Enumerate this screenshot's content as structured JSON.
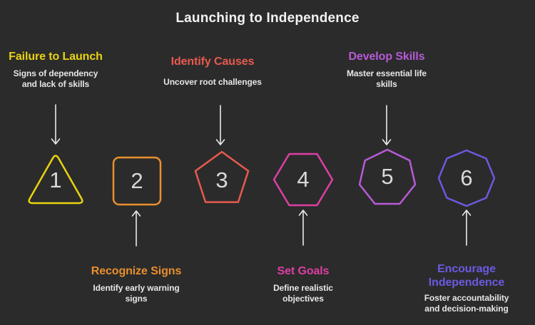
{
  "title": "Launching to Independence",
  "colors": {
    "background": "#2b2b2b",
    "title_text": "#f2f2f2",
    "description_text": "#e6e6e6",
    "number_text": "#d9d9d9",
    "arrow": "#eaeaea"
  },
  "steps": [
    {
      "number": "1",
      "shape": "triangle",
      "label_position": "top",
      "title": "Failure to Launch",
      "description": "Signs of dependency\nand lack of skills",
      "color": "#e9d30f"
    },
    {
      "number": "2",
      "shape": "square",
      "label_position": "bottom",
      "title": "Recognize Signs",
      "description": "Identify early warning\nsigns",
      "color": "#e98f2e"
    },
    {
      "number": "3",
      "shape": "pentagon",
      "label_position": "top",
      "title": "Identify Causes",
      "description": "Uncover root challenges",
      "color": "#e85a4f"
    },
    {
      "number": "4",
      "shape": "hexagon",
      "label_position": "bottom",
      "title": "Set Goals",
      "description": "Define realistic\nobjectives",
      "color": "#dd3fa4"
    },
    {
      "number": "5",
      "shape": "heptagon",
      "label_position": "top",
      "title": "Develop Skills",
      "description": "Master essential life\nskills",
      "color": "#b75bd8"
    },
    {
      "number": "6",
      "shape": "octagon",
      "label_position": "bottom",
      "title": "Encourage\nIndependence",
      "description": "Foster accountability\nand decision-making",
      "color": "#6a5ae0"
    }
  ]
}
